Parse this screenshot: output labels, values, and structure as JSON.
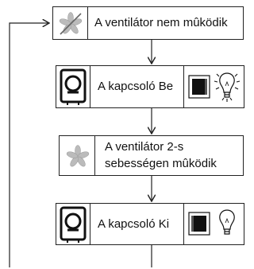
{
  "steps": [
    {
      "id": "fan-off",
      "text": "A ventilátor nem mûködik",
      "icons": [
        "fan-icon"
      ]
    },
    {
      "id": "switch-on",
      "text": "A kapcsoló Be",
      "icons": [
        "switch-device-icon",
        "switch-on-icon",
        "lightbulb-lit-icon"
      ]
    },
    {
      "id": "fan-speed2",
      "lines": [
        "A ventilátor 2-s",
        "sebességen mûködik"
      ],
      "icons": [
        "fan-icon"
      ]
    },
    {
      "id": "switch-off",
      "text": "A kapcsoló Ki",
      "icons": [
        "switch-device-icon",
        "switch-off-icon",
        "lightbulb-off-icon"
      ]
    }
  ],
  "loop": {
    "from": "bottom",
    "to": "fan-off",
    "icon": "loop-arrow"
  },
  "colors": {
    "line": "#222222",
    "fan": "#bbbbbb",
    "text": "#111111"
  }
}
